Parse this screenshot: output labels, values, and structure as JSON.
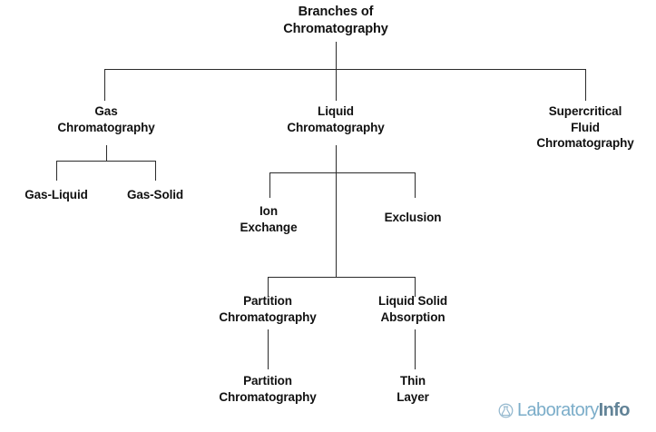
{
  "diagram": {
    "title": "Branches of Chromatography",
    "type": "tree-hierarchy",
    "background_color": "#ffffff",
    "line_color": "#2b2b2b",
    "text_color": "#111111",
    "nodes": {
      "root": "Branches of\nChromatography",
      "level1": {
        "gas": "Gas\nChromatography",
        "liquid": "Liquid\nChromatography",
        "supercritical": "Supercritical\nFluid\nChromatography"
      },
      "gas_children": {
        "gas_liquid": "Gas-Liquid",
        "gas_solid": "Gas-Solid"
      },
      "liquid_children": {
        "ion_exchange": "Ion\nExchange",
        "exclusion": "Exclusion"
      },
      "liquid_sub_children": {
        "partition": "Partition\nChromatography",
        "liquid_solid": "Liquid Solid\nAbsorption"
      },
      "leaf_children": {
        "partition_leaf": "Partition\nChromatography",
        "thin_layer": "Thin\nLayer"
      }
    }
  },
  "watermark": {
    "brand_primary": "Laboratory",
    "brand_secondary": "Info",
    "color_primary": "#74a9c7",
    "color_secondary": "#5a7d92",
    "icon": "laboratory-flask-circle-icon"
  }
}
